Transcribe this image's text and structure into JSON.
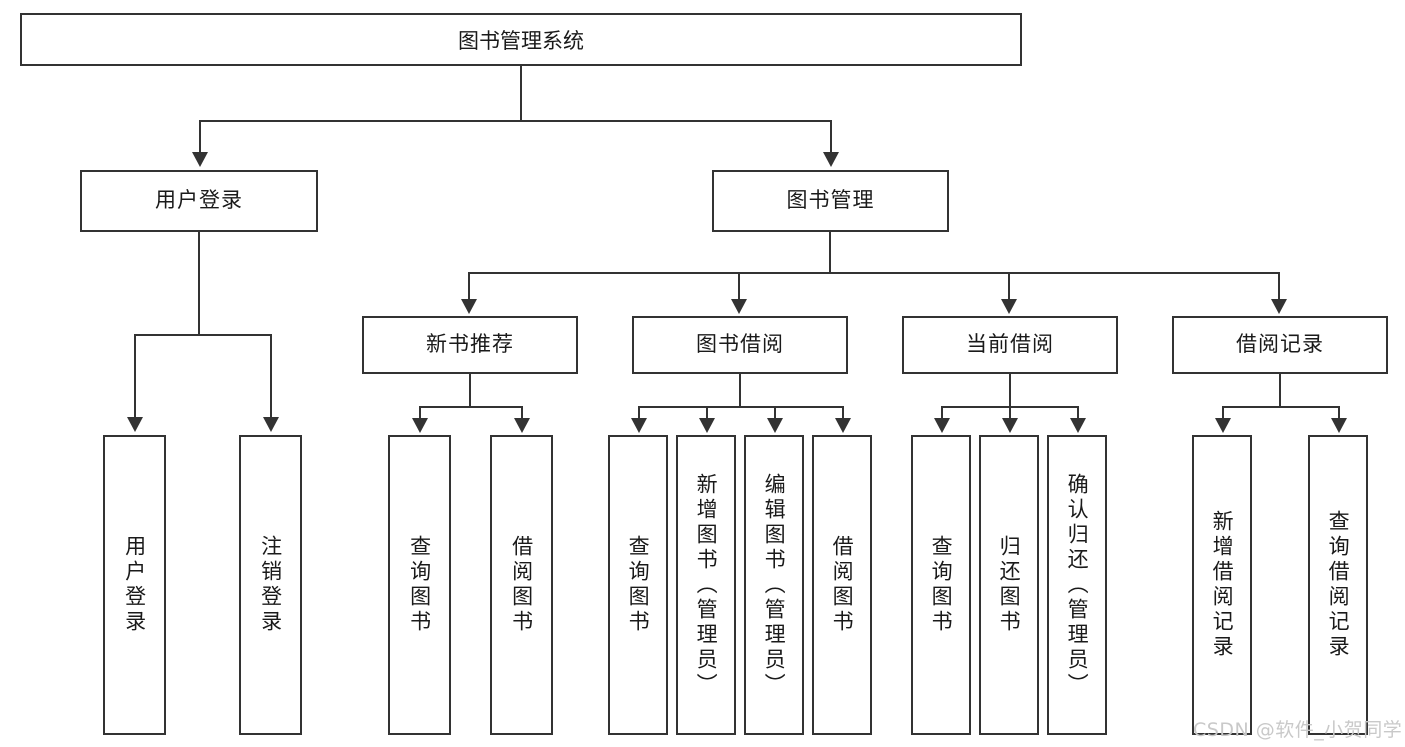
{
  "diagram": {
    "title_text": "图书管理系统",
    "type": "tree-hierarchy",
    "root": {
      "id": "root",
      "label": "图书管理系统"
    },
    "level2": [
      {
        "id": "user-login",
        "label": "用户登录"
      },
      {
        "id": "book-management",
        "label": "图书管理"
      }
    ],
    "level3": [
      {
        "id": "new-book-recommend",
        "label": "新书推荐"
      },
      {
        "id": "book-borrow",
        "label": "图书借阅"
      },
      {
        "id": "current-borrow",
        "label": "当前借阅"
      },
      {
        "id": "borrow-record",
        "label": "借阅记录"
      }
    ],
    "leaves": {
      "user_login": [
        {
          "id": "leaf-user-login",
          "label": "用户登录"
        },
        {
          "id": "leaf-logout-login",
          "label": "注销登录"
        }
      ],
      "new_book_recommend": [
        {
          "id": "leaf-query-book-1",
          "label": "查询图书"
        },
        {
          "id": "leaf-borrow-book-1",
          "label": "借阅图书"
        }
      ],
      "book_borrow": [
        {
          "id": "leaf-query-book-2",
          "label": "查询图书"
        },
        {
          "id": "leaf-add-book",
          "label": "新增图书（管理员）"
        },
        {
          "id": "leaf-edit-book",
          "label": "编辑图书（管理员）"
        },
        {
          "id": "leaf-borrow-book-2",
          "label": "借阅图书"
        }
      ],
      "current_borrow": [
        {
          "id": "leaf-query-book-3",
          "label": "查询图书"
        },
        {
          "id": "leaf-return-book",
          "label": "归还图书"
        },
        {
          "id": "leaf-confirm-return",
          "label": "确认归还（管理员）"
        }
      ],
      "borrow_record": [
        {
          "id": "leaf-add-record",
          "label": "新增借阅记录"
        },
        {
          "id": "leaf-query-record",
          "label": "查询借阅记录"
        }
      ]
    }
  },
  "watermark": {
    "text": "CSDN @软件_小贺同学"
  },
  "colors": {
    "stroke": "#333333",
    "background": "#ffffff",
    "text": "#1a1a1a",
    "watermark": "#c9c9c9"
  }
}
